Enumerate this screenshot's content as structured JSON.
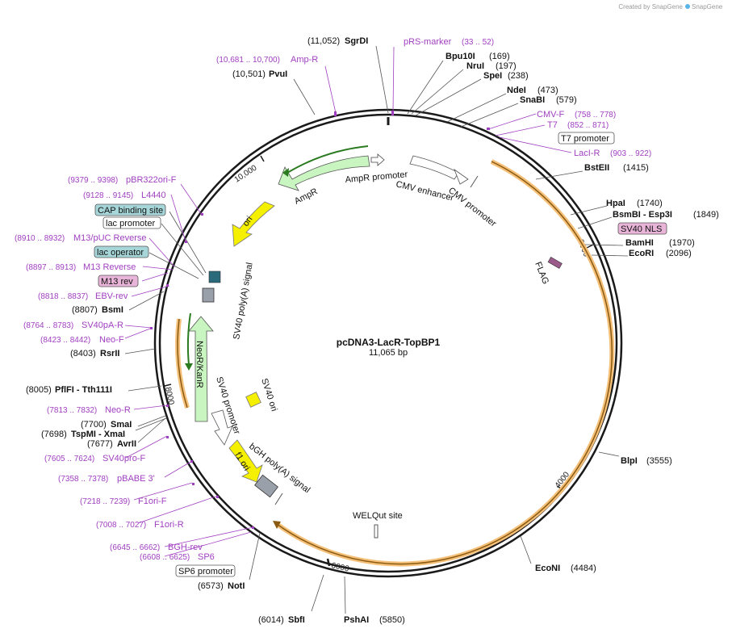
{
  "credit": "Created by SnapGene",
  "plasmid": {
    "name": "pcDNA3-LacR-TopBP1",
    "size_label": "11,065 bp",
    "length": 11065
  },
  "ticks": [
    "2000",
    "4000",
    "6000",
    "8000",
    "10,000"
  ],
  "sites": [
    {
      "name": "SgrDI",
      "pos": "(11,052)"
    },
    {
      "name": "PvuI",
      "pos": "(10,501)"
    },
    {
      "name": "Bpu10I",
      "pos": "(169)"
    },
    {
      "name": "NruI",
      "pos": "(197)"
    },
    {
      "name": "SpeI",
      "pos": "(238)"
    },
    {
      "name": "NdeI",
      "pos": "(473)"
    },
    {
      "name": "SnaBI",
      "pos": "(579)"
    },
    {
      "name": "BstEII",
      "pos": "(1415)"
    },
    {
      "name": "HpaI",
      "pos": "(1740)"
    },
    {
      "name": "BsmBI - Esp3I",
      "pos": "(1849)"
    },
    {
      "name": "BamHI",
      "pos": "(1970)"
    },
    {
      "name": "EcoRI",
      "pos": "(2096)"
    },
    {
      "name": "BlpI",
      "pos": "(3555)"
    },
    {
      "name": "EcoNI",
      "pos": "(4484)"
    },
    {
      "name": "PshAI",
      "pos": "(5850)"
    },
    {
      "name": "SbfI",
      "pos": "(6014)"
    },
    {
      "name": "NotI",
      "pos": "(6573)"
    },
    {
      "name": "AvrII",
      "pos": "(7677)"
    },
    {
      "name": "TspMI - XmaI",
      "pos": "(7698)"
    },
    {
      "name": "SmaI",
      "pos": "(7700)"
    },
    {
      "name": "PflFI - Tth111I",
      "pos": "(8005)"
    },
    {
      "name": "RsrII",
      "pos": "(8403)"
    },
    {
      "name": "BsmI",
      "pos": "(8807)"
    }
  ],
  "primers": [
    {
      "name": "pRS-marker",
      "range": "(33 .. 52)"
    },
    {
      "name": "Amp-R",
      "range": "(10,681 .. 10,700)"
    },
    {
      "name": "CMV-F",
      "range": "(758 .. 778)"
    },
    {
      "name": "T7",
      "range": "(852 .. 871)"
    },
    {
      "name": "LacI-R",
      "range": "(903 .. 922)"
    },
    {
      "name": "pBR322ori-F",
      "range": "(9379 .. 9398)"
    },
    {
      "name": "L4440",
      "range": "(9128 .. 9145)"
    },
    {
      "name": "M13/pUC Reverse",
      "range": "(8910 .. 8932)"
    },
    {
      "name": "M13 Reverse",
      "range": "(8897 .. 8913)"
    },
    {
      "name": "EBV-rev",
      "range": "(8818 .. 8837)"
    },
    {
      "name": "SV40pA-R",
      "range": "(8764 .. 8783)"
    },
    {
      "name": "Neo-F",
      "range": "(8423 .. 8442)"
    },
    {
      "name": "Neo-R",
      "range": "(7813 .. 7832)"
    },
    {
      "name": "SV40pro-F",
      "range": "(7605 .. 7624)"
    },
    {
      "name": "pBABE 3'",
      "range": "(7358 .. 7378)"
    },
    {
      "name": "F1ori-F",
      "range": "(7218 .. 7239)"
    },
    {
      "name": "F1ori-R",
      "range": "(7008 .. 7027)"
    },
    {
      "name": "BGH-rev",
      "range": "(6645 .. 6662)"
    },
    {
      "name": "SP6",
      "range": "(6608 .. 6625)"
    }
  ],
  "boxed": {
    "t7_promoter": "T7 promoter",
    "sv40_nls": "SV40 NLS",
    "cap_site": "CAP binding site",
    "lac_promoter": "lac promoter",
    "lac_operator": "lac operator",
    "m13_rev": "M13 rev",
    "sp6_promoter": "SP6 promoter"
  },
  "features": {
    "ampr": "AmpR",
    "ampr_promoter": "AmpR promoter",
    "cmv_enhancer": "CMV enhancer",
    "cmv_promoter": "CMV promoter",
    "ori": "ori",
    "sv40_polya": "SV40 poly(A) signal",
    "neo": "NeoR/KanR",
    "sv40_promoter": "SV40 promoter",
    "sv40_ori": "SV40 ori",
    "f1_ori": "f1 ori",
    "bgh": "bGH poly(A) signal",
    "flag": "FLAG",
    "welqut": "WELQut site"
  },
  "colors": {
    "backbone": "#1a1a1a",
    "lacr_orange": "#f5a623",
    "ampr_green": "#c8f5c0",
    "ori_yellow": "#f5f000",
    "primer_purple": "#a040c0",
    "feature_teal": "#a6d6d8",
    "feature_pink": "#e8b4d8"
  }
}
